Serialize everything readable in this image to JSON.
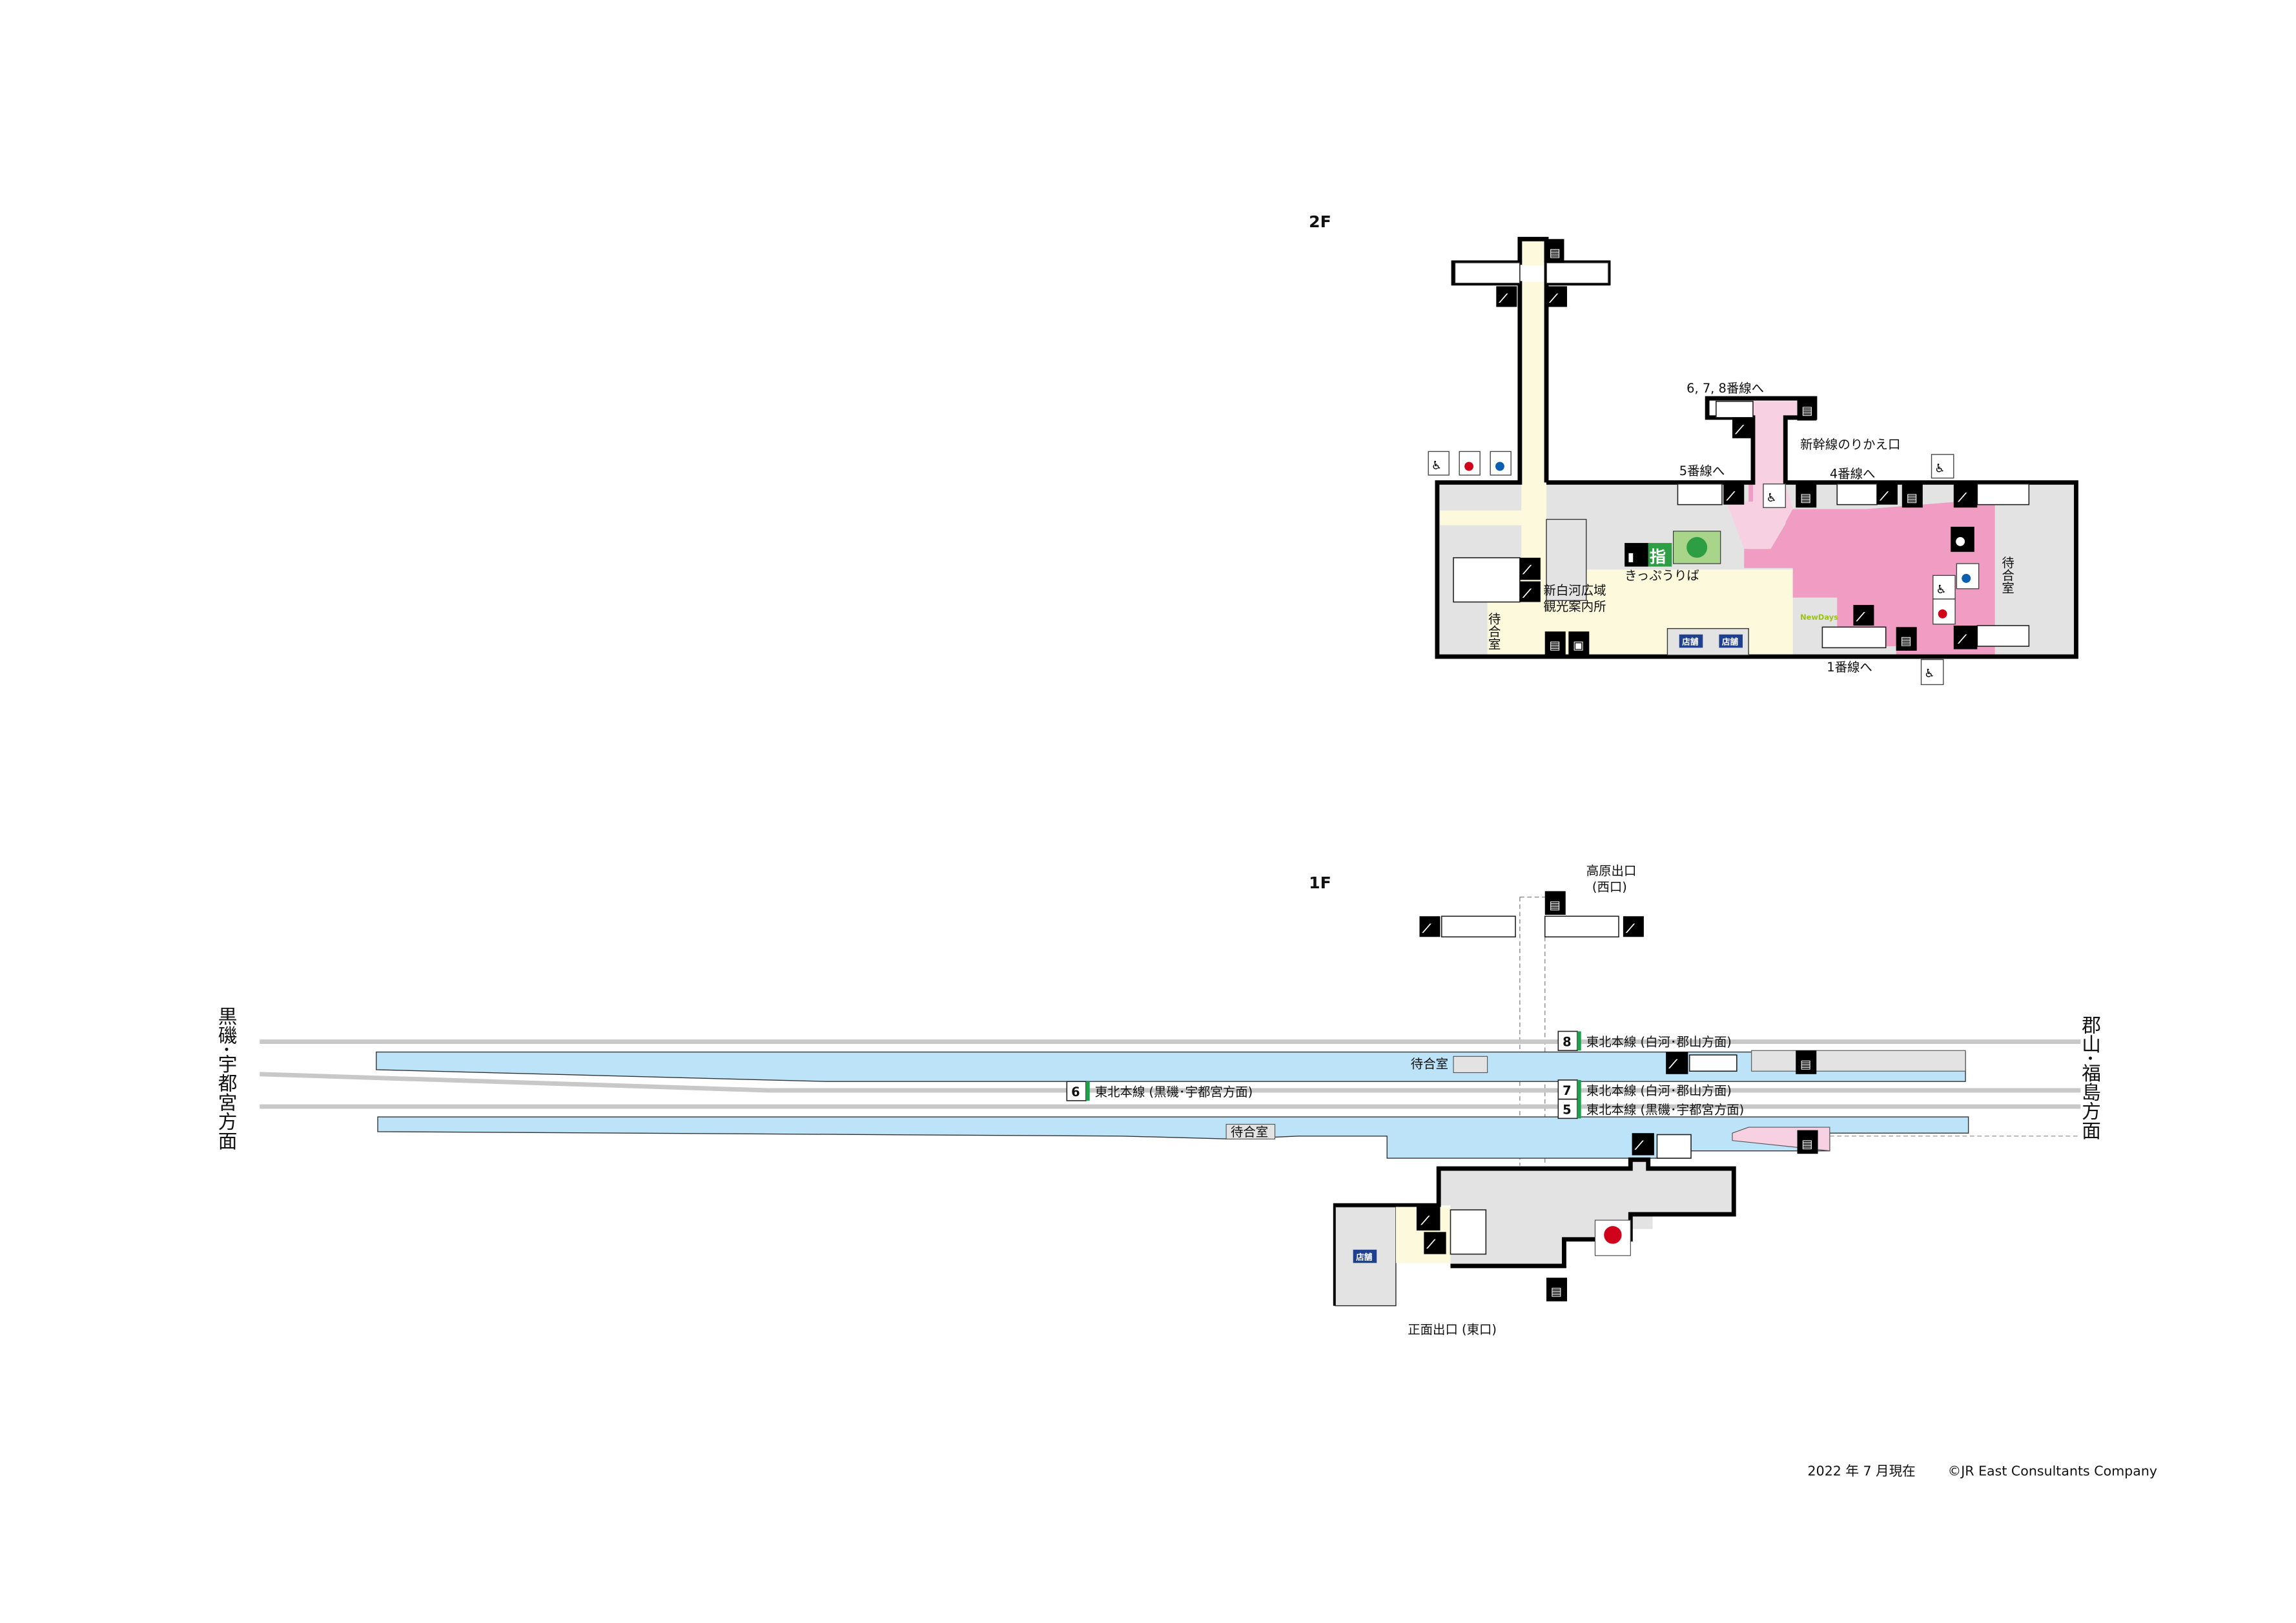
{
  "floors": {
    "f2": "2F",
    "f1": "1F"
  },
  "f2": {
    "to_678": "6, 7, 8番線へ",
    "shinkansen_transfer": "新幹線のりかえ口",
    "to_5": "5番線へ",
    "to_4": "4番線へ",
    "to_1": "1番線へ",
    "ticket_office": "きっぷうりば",
    "reserved_mark": "指",
    "tourist_info_line1": "新白河広域",
    "tourist_info_line2": "観光案内所",
    "waiting_room": "待合室",
    "shop": "店舗",
    "newdays": "NewDays"
  },
  "f1": {
    "west_exit_line1": "高原出口",
    "west_exit_line2": "(西口)",
    "east_exit": "正面出口 (東口)",
    "waiting_room": "待合室",
    "shop": "店舗",
    "left_direction": "黒磯･宇都宮方面",
    "right_direction": "郡山･福島方面",
    "tracks": [
      {
        "number": "8",
        "line": "東北本線 (白河･郡山方面)"
      },
      {
        "number": "6",
        "line": "東北本線 (黒磯･宇都宮方面)"
      },
      {
        "number": "7",
        "line": "東北本線 (白河･郡山方面)"
      },
      {
        "number": "5",
        "line": "東北本線 (黒磯･宇都宮方面)"
      }
    ]
  },
  "footer": {
    "date": "2022 年 7 月現在",
    "copyright": "©JR East Consultants Company"
  },
  "colors": {
    "concourse": "#fdf9dc",
    "transfer": "#f09cc3",
    "transfer_light": "#f7d0e2",
    "platform": "#bce3f7",
    "room": "#e3e3e3",
    "track": "#c8c8c8",
    "track_green": "#1aa34a"
  }
}
